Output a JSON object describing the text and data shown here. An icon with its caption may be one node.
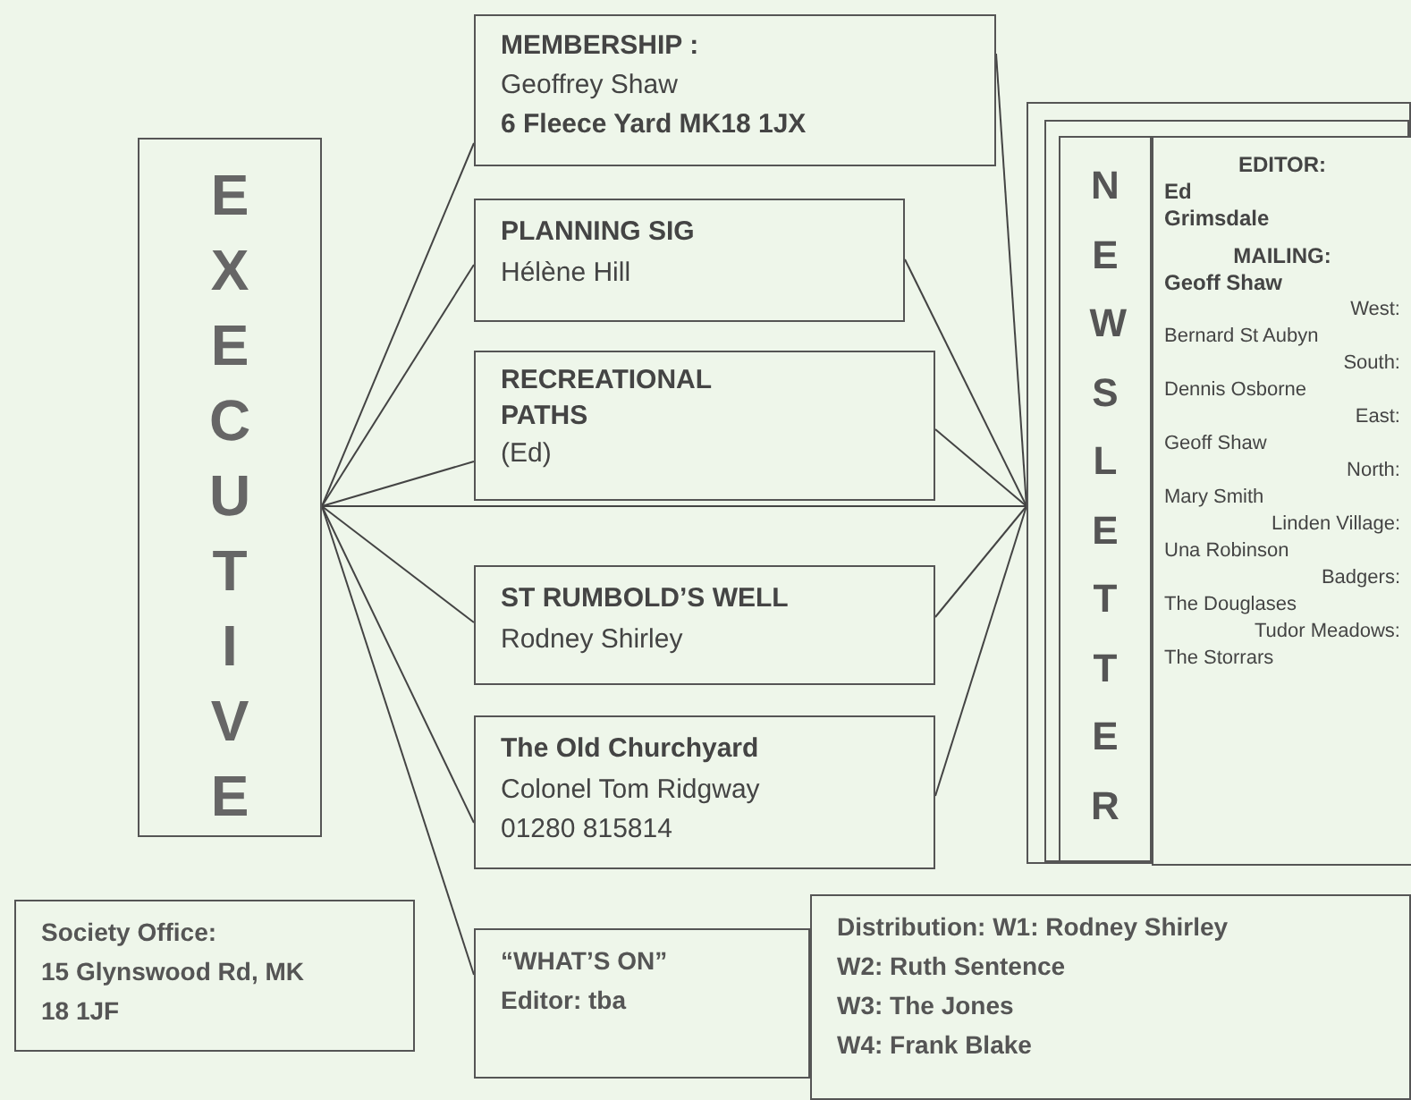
{
  "diagram": {
    "nodes": [
      {
        "text": [
          "EXECUTIVE"
        ]
      },
      {
        "text": [
          "MEMBERSHIP :",
          "Geoffrey Shaw",
          "6 Fleece Yard MK18 1JX"
        ]
      },
      {
        "text": [
          "PLANNING SIG",
          "Hélène Hill"
        ]
      },
      {
        "text": [
          "RECREATIONAL PATHS",
          "(Ed)"
        ]
      },
      {
        "text": [
          "ST RUMBOLD’S WELL",
          "Rodney Shirley"
        ]
      },
      {
        "text": [
          "The Old Churchyard",
          "Colonel Tom Ridgway",
          "01280 815814"
        ]
      },
      {
        "text": [
          "Society Office:",
          "15 Glynswood Rd, MK 18 1JF"
        ]
      },
      {
        "text": [
          "“WHAT’S ON”",
          "Editor: tba"
        ]
      },
      {
        "text": [
          "NEWSLETTER"
        ]
      },
      {
        "text": [
          "EDITOR:",
          "Ed Grimsdale",
          "MAILING:",
          "Geoff Shaw",
          "West:",
          "Bernard St Aubyn",
          "South:",
          "Dennis Osborne",
          "East:",
          "Geoff Shaw",
          "North:",
          "Mary Smith",
          "Linden Village:",
          "Una Robinson",
          "Badgers:",
          "The Douglases",
          "Tudor Meadows:",
          "The Storrars"
        ],
        "in": 8
      },
      {
        "text": [
          "Distribution: W1: Rodney Shirley",
          "W2: Ruth Sentence",
          "W3: The Jones",
          "W4: Frank Blake"
        ]
      }
    ],
    "edges": [
      {
        "from": 0,
        "to": 1,
        "arrow": "none"
      },
      {
        "from": 0,
        "to": 2,
        "arrow": "none"
      },
      {
        "from": 0,
        "to": 3,
        "arrow": "none"
      },
      {
        "from": 0,
        "to": 8,
        "arrow": "none"
      },
      {
        "from": 0,
        "to": 4,
        "arrow": "none"
      },
      {
        "from": 0,
        "to": 5,
        "arrow": "none"
      },
      {
        "from": 0,
        "to": 7,
        "arrow": "none"
      },
      {
        "from": 1,
        "to": 8,
        "arrow": "none"
      },
      {
        "from": 2,
        "to": 8,
        "arrow": "none"
      },
      {
        "from": 3,
        "to": 8,
        "arrow": "none"
      },
      {
        "from": 4,
        "to": 8,
        "arrow": "none"
      },
      {
        "from": 5,
        "to": 8,
        "arrow": "none"
      }
    ]
  }
}
